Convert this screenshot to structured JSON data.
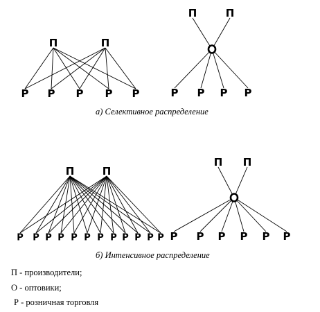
{
  "labels": {
    "producer": "П",
    "wholesaler": "О",
    "retailer": "Р"
  },
  "captions": {
    "selective": "а) Селективное распределение",
    "intensive": "б) Интенсивное распределение"
  },
  "legend": [
    "П - производители;",
    "О - оптовики;",
    "Р - розничная торговля"
  ],
  "diagrams": [
    {
      "name": "selective-direct",
      "producers": 2,
      "wholesalers": 0,
      "retailers": 5,
      "all_producers_to_all_retailers": true
    },
    {
      "name": "selective-wholesale",
      "producers": 2,
      "wholesalers": 1,
      "retailers": 4
    },
    {
      "name": "intensive-direct",
      "producers": 2,
      "wholesalers": 0,
      "retailers": 12,
      "all_producers_to_all_retailers": true
    },
    {
      "name": "intensive-wholesale",
      "producers": 2,
      "wholesalers": 1,
      "retailers": 6
    }
  ]
}
